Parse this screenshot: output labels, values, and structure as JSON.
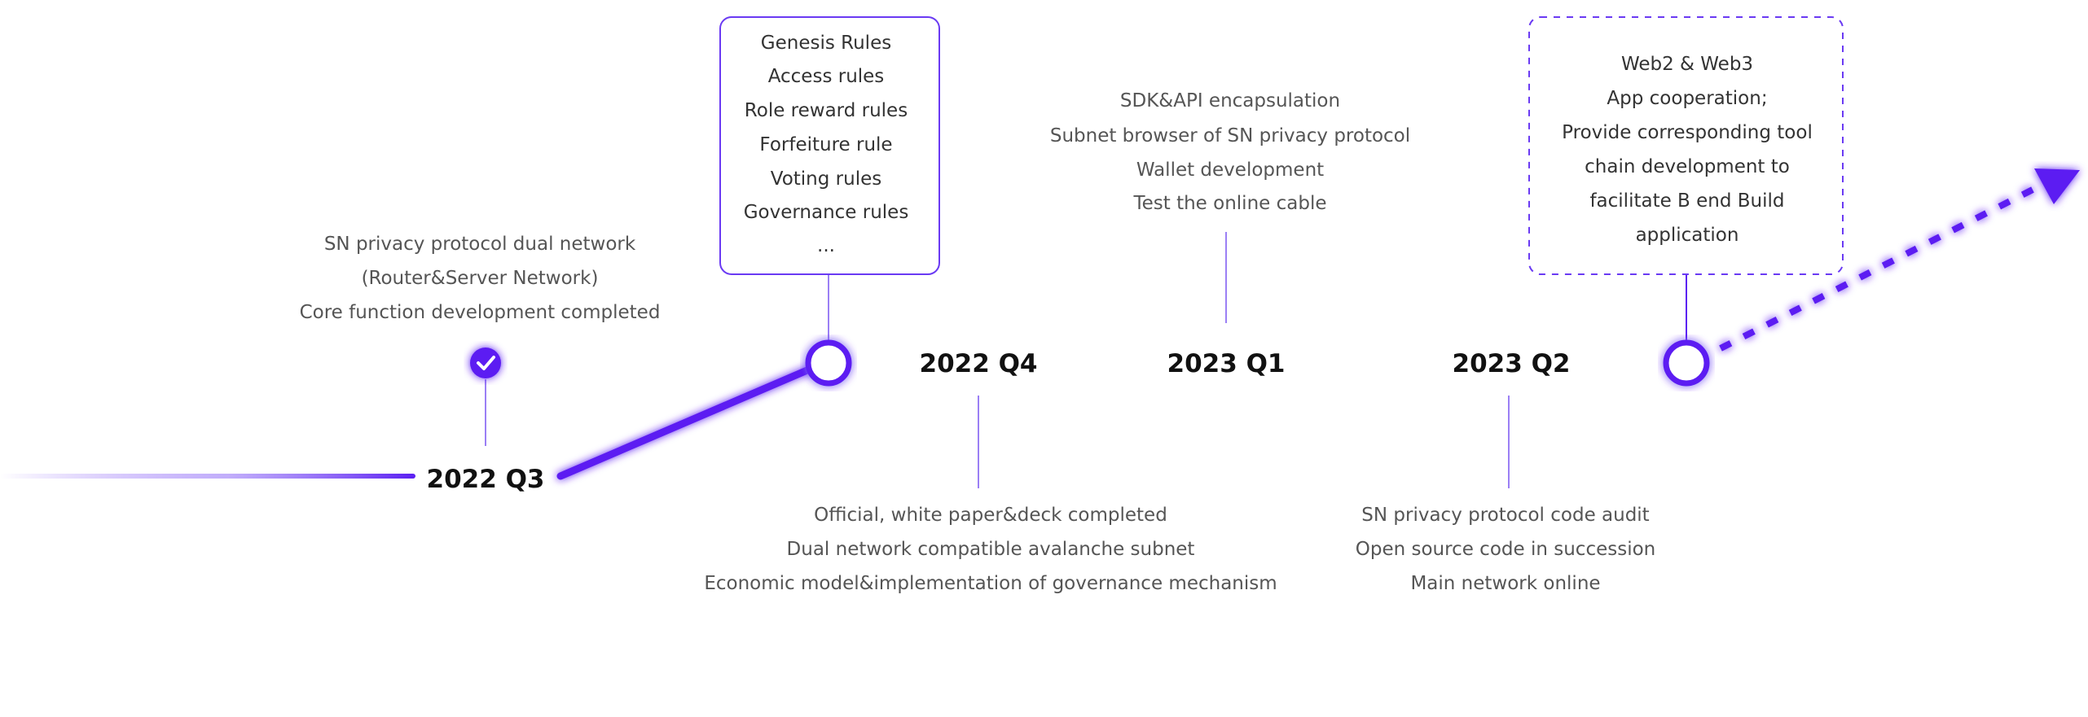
{
  "colors": {
    "accent": "#5b1ff2",
    "accent_light": "#8f6bf7",
    "text_dark": "#111111",
    "text_muted": "#555555"
  },
  "milestones": {
    "q3_2022": {
      "label": "2022 Q3",
      "notes": [
        "SN privacy protocol dual network",
        "(Router&Server Network)",
        "Core function development completed"
      ]
    },
    "q4_2022": {
      "label": "2022 Q4",
      "rules_box": [
        "Genesis Rules",
        "Access rules",
        "Role reward rules",
        "Forfeiture rule",
        "Voting rules",
        "Governance rules",
        "..."
      ],
      "notes": [
        "Official, white paper&deck completed",
        "Dual network compatible avalanche subnet",
        "Economic model&implementation of governance mechanism"
      ]
    },
    "q1_2023": {
      "label": "2023 Q1",
      "notes": [
        "SDK&API encapsulation",
        "Subnet browser of SN privacy protocol",
        "Wallet development",
        "Test the online cable"
      ]
    },
    "q2_2023": {
      "label": "2023 Q2",
      "notes": [
        "SN privacy protocol code audit",
        "Open source code in succession",
        "Main network online"
      ]
    },
    "future": {
      "box": [
        "Web2 & Web3",
        "App cooperation;",
        "Provide corresponding tool",
        "chain development to",
        "facilitate B end Build",
        "application"
      ]
    }
  }
}
